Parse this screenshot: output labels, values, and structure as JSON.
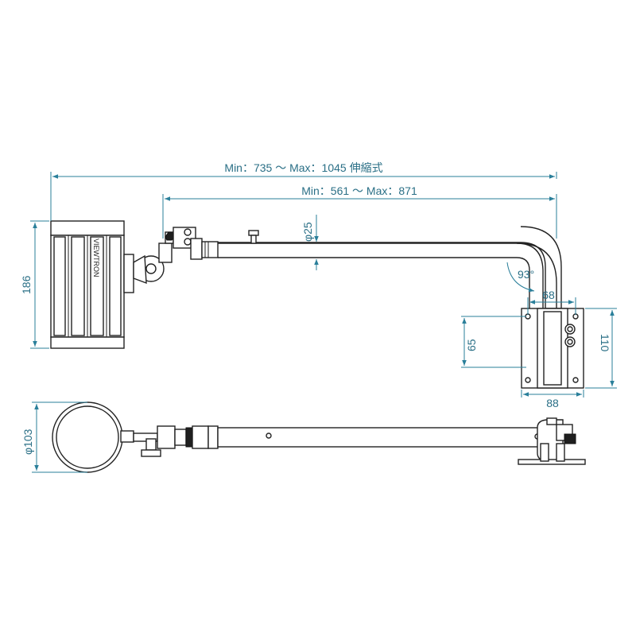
{
  "drawing": {
    "brand_logo": "VIEWTRON",
    "dimensions": {
      "overall_length": "Min：735 ～ Max：1045 伸縮式",
      "arm_length": "Min：561 ～ Max：871",
      "pipe_diameter": "φ25",
      "bend_angle": "93°",
      "light_height": "186",
      "bracket_hole_spacing_h": "68",
      "bracket_hole_spacing_v": "65",
      "bracket_height": "110",
      "bracket_width": "88",
      "light_diameter": "φ103"
    }
  }
}
